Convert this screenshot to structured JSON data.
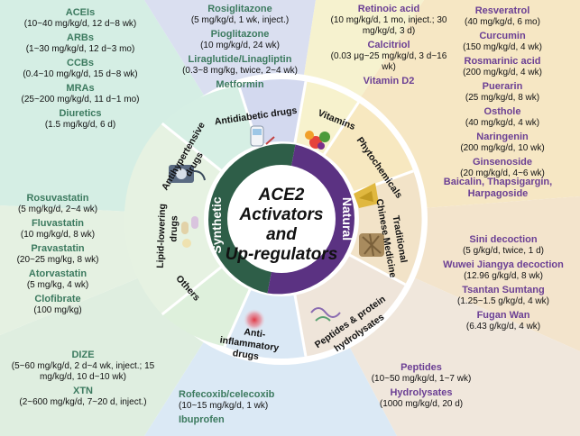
{
  "center": {
    "line1": "ACE2",
    "line2": "Activators",
    "line3": "and",
    "line4": "Up-regulators",
    "left_label": "Synthetic",
    "right_label": "Natural",
    "left_color": "#2e5e48",
    "right_color": "#5b3282"
  },
  "categories": {
    "antidiabetic": "Antidiabetic drugs",
    "vitamins": "Vitamins",
    "phytochemicals": "Phytochemicals",
    "tcm_1": "Traditional",
    "tcm_2": "Chinese Medicine",
    "peptides_1": "Peptides & protein",
    "peptides_2": "hydrolysates",
    "antiinflammatory_1": "Anti-",
    "antiinflammatory_2": "inflammatory",
    "antiinflammatory_3": "drugs",
    "others": "Others",
    "lipid_1": "Lipid-lowering",
    "lipid_2": "drugs",
    "antihypertensive_1": "Antihypertensive",
    "antihypertensive_2": "drugs"
  },
  "sectors": {
    "antihypertensive": [
      {
        "name": "ACEIs",
        "dose": "(10~40 mg/kg/d, 12 d~8 wk)"
      },
      {
        "name": "ARBs",
        "dose": "(1~30 mg/kg/d, 12 d~3 mo)"
      },
      {
        "name": "CCBs",
        "dose": "(0.4~10 mg/kg/d, 15 d~8 wk)"
      },
      {
        "name": "MRAs",
        "dose": "(25~200 mg/kg/d, 11 d~1 mo)"
      },
      {
        "name": "Diuretics",
        "dose": "(1.5 mg/kg/d, 6 d)"
      }
    ],
    "antidiabetic": [
      {
        "name": "Rosiglitazone",
        "dose": "(5 mg/kg/d, 1 wk, inject.)"
      },
      {
        "name": "Pioglitazone",
        "dose": "(10 mg/kg/d, 24 wk)"
      },
      {
        "name": "Liraglutide/Linagliptin",
        "dose": "(0.3~8 mg/kg, twice, 2~4 wk)"
      },
      {
        "name": "Metformin",
        "dose": ""
      }
    ],
    "vitamins": [
      {
        "name": "Retinoic acid",
        "dose": "(10 mg/kg/d, 1 mo, inject.; 30 mg/kg/d, 3 d)"
      },
      {
        "name": "Calcitriol",
        "dose": "(0.03 μg~25 mg/kg/d, 3 d~16 wk)"
      },
      {
        "name": "Vitamin D2",
        "dose": ""
      }
    ],
    "phytochemicals": [
      {
        "name": "Resveratrol",
        "dose": "(40 mg/kg/d, 6 mo)"
      },
      {
        "name": "Curcumin",
        "dose": "(150 mg/kg/d, 4 wk)"
      },
      {
        "name": "Rosmarinic acid",
        "dose": "(200 mg/kg/d, 4 wk)"
      },
      {
        "name": "Puerarin",
        "dose": "(25 mg/kg/d, 8 wk)"
      },
      {
        "name": "Osthole",
        "dose": "(40 mg/kg/d, 4 wk)"
      },
      {
        "name": "Naringenin",
        "dose": "(200 mg/kg/d, 10 wk)"
      },
      {
        "name": "Ginsenoside",
        "dose": "(20 mg/kg/d, 4~6 wk)"
      },
      {
        "name": "Baicalin, Thapsigargin, Harpagoside",
        "dose": ""
      }
    ],
    "tcm": [
      {
        "name": "Sini decoction",
        "dose": "(5 g/kg/d, twice, 1 d)"
      },
      {
        "name": "Wuwei Jiangya decoction",
        "dose": "(12.96 g/kg/d, 8 wk)"
      },
      {
        "name": "Tsantan Sumtang",
        "dose": "(1.25~1.5 g/kg/d, 4 wk)"
      },
      {
        "name": "Fugan Wan",
        "dose": "(6.43 g/kg/d, 4 wk)"
      }
    ],
    "peptides": [
      {
        "name": "Peptides",
        "dose": "(10~50 mg/kg/d, 1~7 wk)"
      },
      {
        "name": "Hydrolysates",
        "dose": "(1000 mg/kg/d, 20 d)"
      }
    ],
    "antiinflammatory": [
      {
        "name": "Rofecoxib/celecoxib",
        "dose": "(10~15 mg/kg/d, 1 wk)"
      },
      {
        "name": "Ibuprofen",
        "dose": ""
      }
    ],
    "others": [
      {
        "name": "DIZE",
        "dose": "(5~60 mg/kg/d, 2 d~4 wk, inject.; 15 mg/kg/d, 10 d~10 wk)"
      },
      {
        "name": "XTN",
        "dose": "(2~600 mg/kg/d, 7~20 d, inject.)"
      }
    ],
    "lipid": [
      {
        "name": "Rosuvastatin",
        "dose": "(5 mg/kg/d, 2~4 wk)"
      },
      {
        "name": "Fluvastatin",
        "dose": "(10 mg/kg/d, 8 wk)"
      },
      {
        "name": "Pravastatin",
        "dose": "(20~25 mg/kg, 8 wk)"
      },
      {
        "name": "Atorvastatin",
        "dose": "(5 mg/kg, 4 wk)"
      },
      {
        "name": "Clofibrate",
        "dose": "(100 mg/kg)"
      }
    ]
  }
}
